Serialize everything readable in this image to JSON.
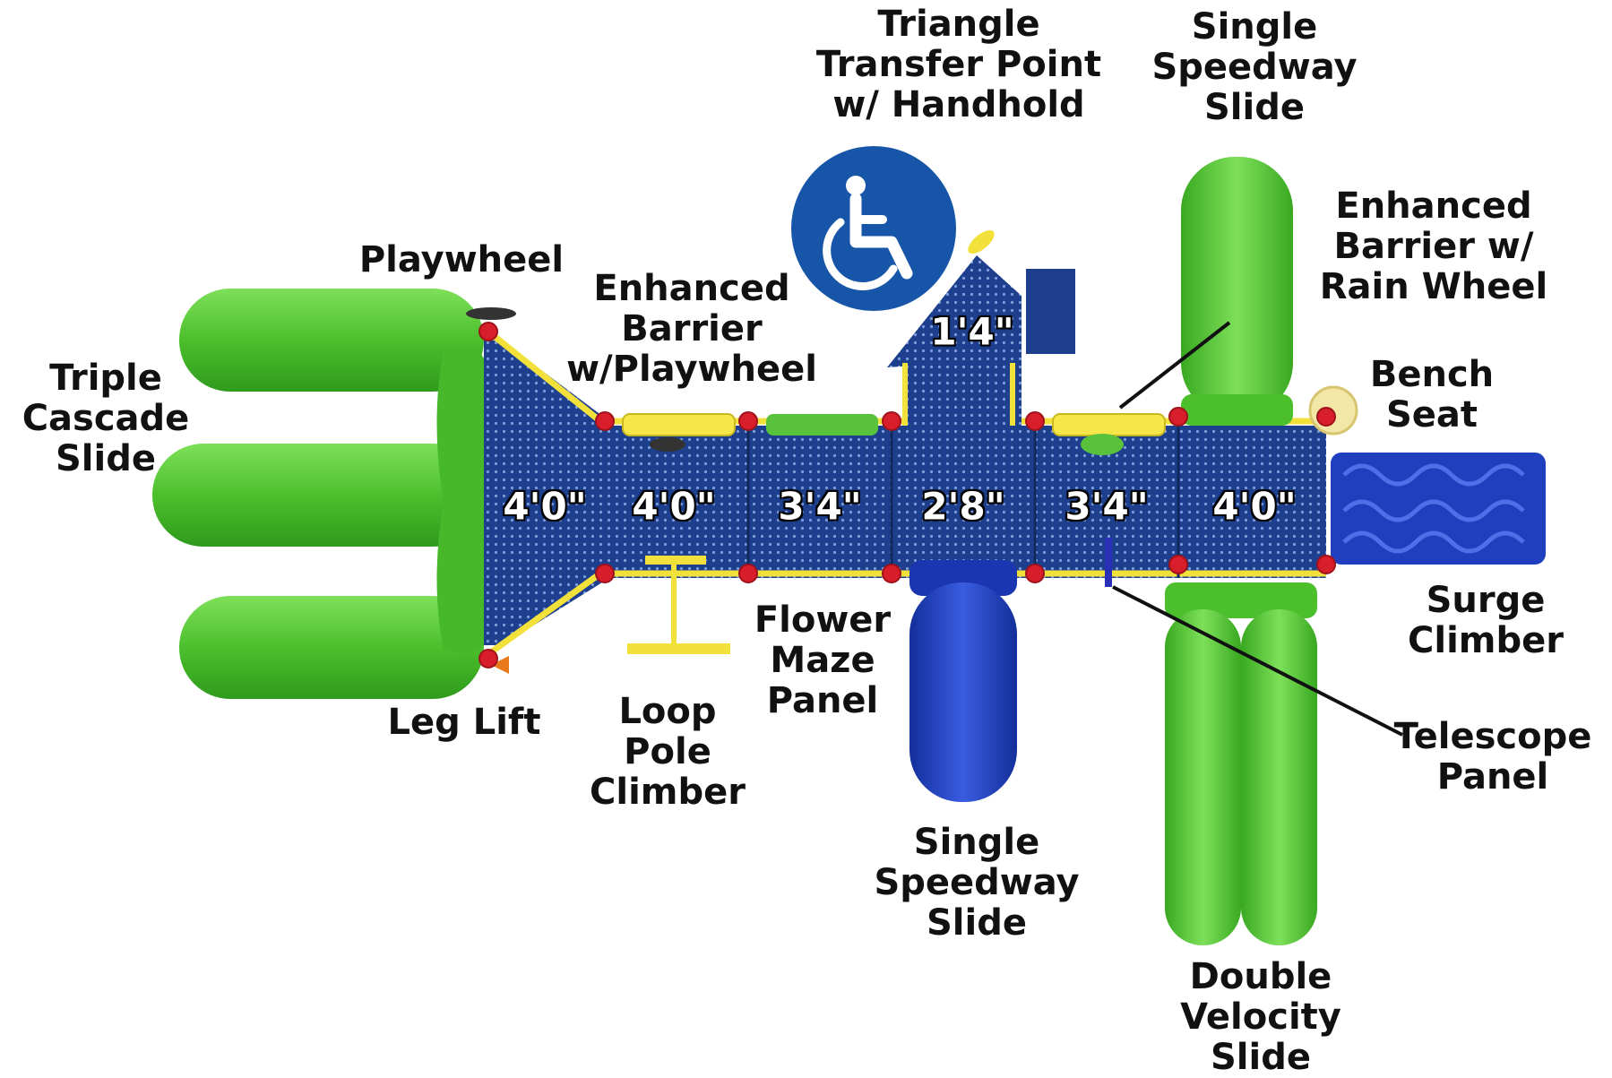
{
  "labels": {
    "triangle_transfer": [
      "Triangle",
      "Transfer Point",
      "w/ Handhold"
    ],
    "single_speedway_top": [
      "Single",
      "Speedway",
      "Slide"
    ],
    "enhanced_barrier_rain": [
      "Enhanced",
      "Barrier w/",
      "Rain Wheel"
    ],
    "playwheel": [
      "Playwheel"
    ],
    "enhanced_barrier_playwheel": [
      "Enhanced",
      "Barrier",
      "w/Playwheel"
    ],
    "triple_cascade": [
      "Triple",
      "Cascade",
      "Slide"
    ],
    "bench_seat": [
      "Bench",
      "Seat"
    ],
    "surge_climber": [
      "Surge",
      "Climber"
    ],
    "flower_maze": [
      "Flower",
      "Maze",
      "Panel"
    ],
    "loop_pole": [
      "Loop",
      "Pole",
      "Climber"
    ],
    "leg_lift": [
      "Leg Lift"
    ],
    "telescope_panel": [
      "Telescope",
      "Panel"
    ],
    "single_speedway_bottom": [
      "Single",
      "Speedway",
      "Slide"
    ],
    "double_velocity": [
      "Double",
      "Velocity",
      "Slide"
    ]
  },
  "deck_heights": [
    "4'0\"",
    "4'0\"",
    "3'4\"",
    "2'8\"",
    "3'4\"",
    "4'0\""
  ],
  "transfer_height": "1'4\"",
  "icons": [
    "wheelchair-accessibility-icon"
  ],
  "colors": {
    "slide_green": "#5cc83a",
    "deck_blue": "#1c3f8c",
    "rail_yellow": "#f2e13a",
    "post_red": "#d81e2a",
    "slide_blue": "#1f3fbf",
    "accessibility_blue": "#1655a8"
  }
}
